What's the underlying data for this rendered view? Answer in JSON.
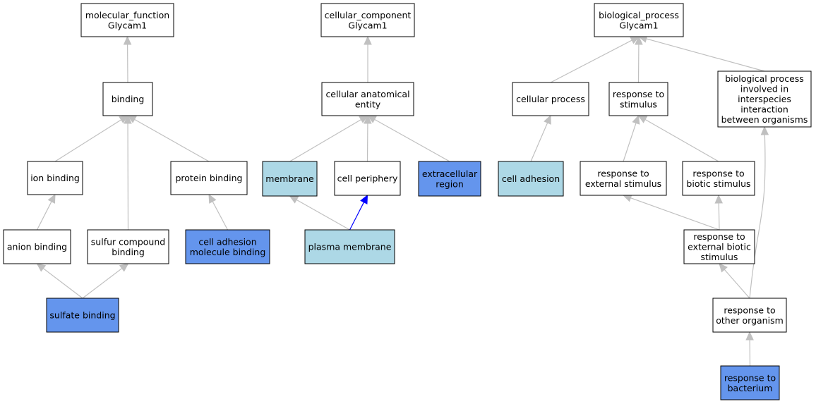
{
  "colors": {
    "plain": "#ffffff",
    "light": "#add8e6",
    "dark": "#6495ed",
    "edge_gray": "#c0c0c0",
    "edge_blue": "#0000ff"
  },
  "nodes": [
    {
      "id": "mf",
      "lines": [
        "molecular_function",
        "Glycam1"
      ],
      "fill": "plain"
    },
    {
      "id": "binding",
      "lines": [
        "binding"
      ],
      "fill": "plain"
    },
    {
      "id": "ion",
      "lines": [
        "ion binding"
      ],
      "fill": "plain"
    },
    {
      "id": "protein",
      "lines": [
        "protein binding"
      ],
      "fill": "plain"
    },
    {
      "id": "anion",
      "lines": [
        "anion binding"
      ],
      "fill": "plain"
    },
    {
      "id": "sulfurc",
      "lines": [
        "sulfur compound",
        "binding"
      ],
      "fill": "plain"
    },
    {
      "id": "cam",
      "lines": [
        "cell adhesion",
        "molecule binding"
      ],
      "fill": "dark"
    },
    {
      "id": "sulfate",
      "lines": [
        "sulfate binding"
      ],
      "fill": "dark"
    },
    {
      "id": "cc",
      "lines": [
        "cellular_component",
        "Glycam1"
      ],
      "fill": "plain"
    },
    {
      "id": "cae",
      "lines": [
        "cellular anatomical",
        "entity"
      ],
      "fill": "plain"
    },
    {
      "id": "membrane",
      "lines": [
        "membrane"
      ],
      "fill": "light"
    },
    {
      "id": "periph",
      "lines": [
        "cell periphery"
      ],
      "fill": "plain"
    },
    {
      "id": "extra",
      "lines": [
        "extracellular",
        "region"
      ],
      "fill": "dark"
    },
    {
      "id": "pm",
      "lines": [
        "plasma membrane"
      ],
      "fill": "light"
    },
    {
      "id": "bp",
      "lines": [
        "biological_process",
        "Glycam1"
      ],
      "fill": "plain"
    },
    {
      "id": "cellproc",
      "lines": [
        "cellular process"
      ],
      "fill": "plain"
    },
    {
      "id": "resp",
      "lines": [
        "response to",
        "stimulus"
      ],
      "fill": "plain"
    },
    {
      "id": "bpinter",
      "lines": [
        "biological process",
        "involved in",
        "interspecies",
        "interaction",
        "between organisms"
      ],
      "fill": "plain"
    },
    {
      "id": "celladh",
      "lines": [
        "cell adhesion"
      ],
      "fill": "light"
    },
    {
      "id": "respext",
      "lines": [
        "response to",
        "external stimulus"
      ],
      "fill": "plain"
    },
    {
      "id": "respbio",
      "lines": [
        "response to",
        "biotic stimulus"
      ],
      "fill": "plain"
    },
    {
      "id": "respextbio",
      "lines": [
        "response to",
        "external biotic",
        "stimulus"
      ],
      "fill": "plain"
    },
    {
      "id": "respother",
      "lines": [
        "response to",
        "other organism"
      ],
      "fill": "plain"
    },
    {
      "id": "respbact",
      "lines": [
        "response to",
        "bacterium"
      ],
      "fill": "dark"
    }
  ],
  "edges": [
    {
      "from": "binding",
      "to": "mf",
      "color": "edge_gray"
    },
    {
      "from": "ion",
      "to": "binding",
      "color": "edge_gray"
    },
    {
      "from": "protein",
      "to": "binding",
      "color": "edge_gray"
    },
    {
      "from": "sulfurc",
      "to": "binding",
      "color": "edge_gray"
    },
    {
      "from": "anion",
      "to": "ion",
      "color": "edge_gray"
    },
    {
      "from": "cam",
      "to": "protein",
      "color": "edge_gray"
    },
    {
      "from": "sulfate",
      "to": "anion",
      "color": "edge_gray"
    },
    {
      "from": "sulfate",
      "to": "sulfurc",
      "color": "edge_gray"
    },
    {
      "from": "cae",
      "to": "cc",
      "color": "edge_gray"
    },
    {
      "from": "membrane",
      "to": "cae",
      "color": "edge_gray"
    },
    {
      "from": "periph",
      "to": "cae",
      "color": "edge_gray"
    },
    {
      "from": "extra",
      "to": "cae",
      "color": "edge_gray"
    },
    {
      "from": "pm",
      "to": "membrane",
      "color": "edge_gray"
    },
    {
      "from": "pm",
      "to": "periph",
      "color": "edge_blue"
    },
    {
      "from": "cellproc",
      "to": "bp",
      "color": "edge_gray"
    },
    {
      "from": "resp",
      "to": "bp",
      "color": "edge_gray"
    },
    {
      "from": "bpinter",
      "to": "bp",
      "color": "edge_gray"
    },
    {
      "from": "celladh",
      "to": "cellproc",
      "color": "edge_gray"
    },
    {
      "from": "respext",
      "to": "resp",
      "color": "edge_gray"
    },
    {
      "from": "respbio",
      "to": "resp",
      "color": "edge_gray"
    },
    {
      "from": "respextbio",
      "to": "respext",
      "color": "edge_gray"
    },
    {
      "from": "respextbio",
      "to": "respbio",
      "color": "edge_gray"
    },
    {
      "from": "respother",
      "to": "respextbio",
      "color": "edge_gray"
    },
    {
      "from": "respother",
      "to": "bpinter",
      "color": "edge_gray",
      "curve": true
    },
    {
      "from": "respbact",
      "to": "respother",
      "color": "edge_gray"
    }
  ]
}
